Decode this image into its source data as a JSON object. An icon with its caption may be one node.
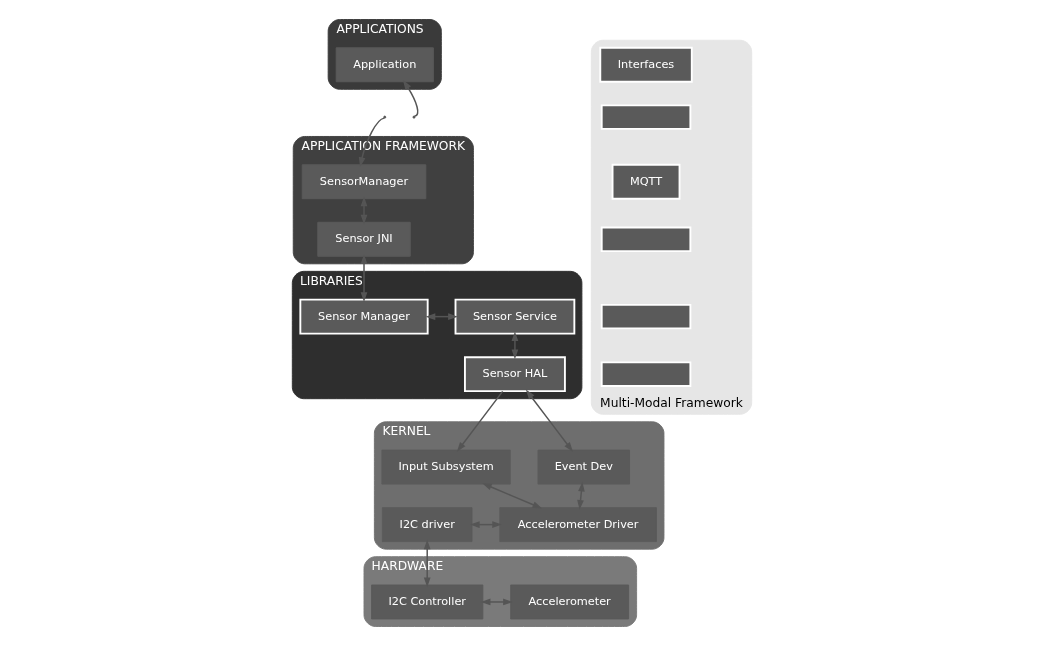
{
  "diagram": {
    "nodes": [
      {
        "text": [
          "APPLICATIONS"
        ]
      },
      {
        "text": [
          "Application"
        ],
        "in": 0
      },
      {
        "text": [
          "APPLICATION FRAMEWORK"
        ]
      },
      {
        "text": [
          "SensorManager"
        ],
        "in": 2
      },
      {
        "text": [
          "Sensor JNI"
        ],
        "in": 2
      },
      {
        "text": [
          "LIBRARIES"
        ]
      },
      {
        "text": [
          "Sensor Manager"
        ],
        "in": 5
      },
      {
        "text": [
          "Sensor Service"
        ],
        "in": 5
      },
      {
        "text": [
          "Sensor HAL"
        ],
        "in": 5
      },
      {
        "text": [
          "KERNEL"
        ]
      },
      {
        "text": [
          "Input Subsystem"
        ],
        "in": 9
      },
      {
        "text": [
          "Event Dev"
        ],
        "in": 9
      },
      {
        "text": [
          "I2C driver"
        ],
        "in": 9
      },
      {
        "text": [
          "Accelerometer Driver"
        ],
        "in": 9
      },
      {
        "text": [
          "HARDWARE"
        ]
      },
      {
        "text": [
          "I2C Controller"
        ],
        "in": 14
      },
      {
        "text": [
          "Accelerometer"
        ],
        "in": 14
      },
      {
        "text": [
          "Multi-Modal Framework"
        ]
      },
      {
        "text": [
          "Interfaces"
        ],
        "in": 17
      },
      {
        "text": [],
        "shape": "box",
        "in": 17
      },
      {
        "text": [
          "MQTT"
        ],
        "in": 17
      },
      {
        "text": [],
        "shape": "box",
        "in": 17
      },
      {
        "text": [],
        "shape": "box",
        "in": 17
      },
      {
        "text": [],
        "shape": "box",
        "in": 17
      }
    ],
    "edges": [
      {
        "from": null,
        "to": 3,
        "arrow": "to"
      },
      {
        "from": null,
        "to": 1,
        "arrow": "to"
      },
      {
        "from": 3,
        "to": 4,
        "arrow": "both"
      },
      {
        "from": 4,
        "to": 6,
        "arrow": "both"
      },
      {
        "from": 6,
        "to": 7,
        "arrow": "both"
      },
      {
        "from": 7,
        "to": 8,
        "arrow": "both"
      },
      {
        "from": 8,
        "to": 10,
        "arrow": "to"
      },
      {
        "from": 8,
        "to": 11,
        "arrow": "both"
      },
      {
        "from": 10,
        "to": 13,
        "arrow": "both"
      },
      {
        "from": 11,
        "to": 13,
        "arrow": "both"
      },
      {
        "from": 12,
        "to": 13,
        "arrow": "both"
      },
      {
        "from": 12,
        "to": 15,
        "arrow": "both"
      },
      {
        "from": 15,
        "to": 16,
        "arrow": "both"
      }
    ]
  }
}
